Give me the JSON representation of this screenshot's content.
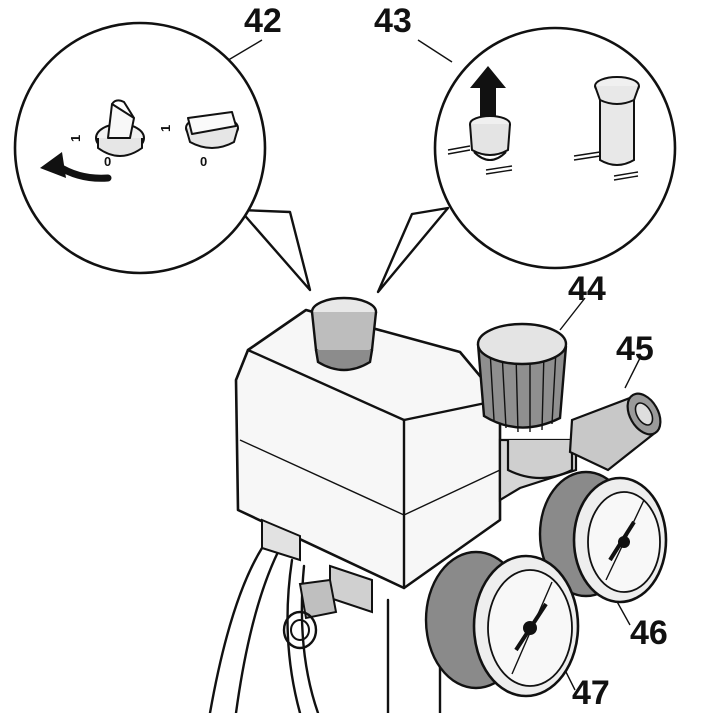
{
  "callouts": {
    "c42": "42",
    "c43": "43",
    "c44": "44",
    "c45": "45",
    "c46": "46",
    "c47": "47"
  },
  "switch_marks": {
    "on": "1",
    "off": "0"
  },
  "colors": {
    "line": "#111111",
    "housing": "#f7f7f7",
    "gauge_face": "#eeeeee",
    "metal": "#d9d9d9",
    "dark_metal": "#9a9a9a"
  }
}
